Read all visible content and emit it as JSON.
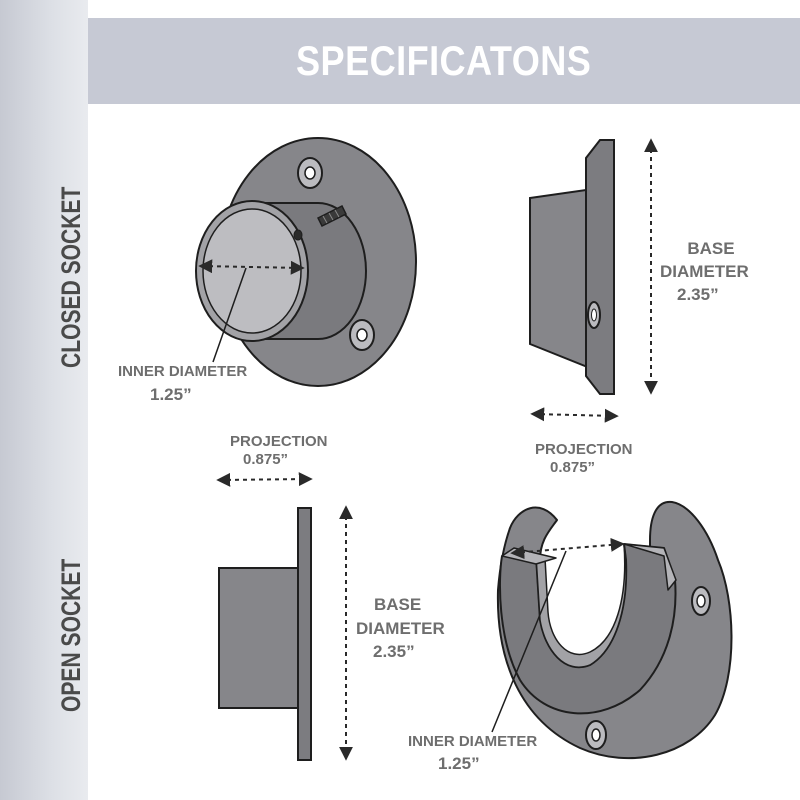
{
  "header": {
    "title": "SPECIFICATONS"
  },
  "sections": {
    "closed": {
      "label": "CLOSED SOCKET"
    },
    "open": {
      "label": "OPEN  SOCKET"
    }
  },
  "closed_socket": {
    "inner_diameter": {
      "label": "INNER DIAMETER",
      "value": "1.25”"
    },
    "base_diameter": {
      "label_line1": "BASE",
      "label_line2": "DIAMETER",
      "value": "2.35”"
    },
    "projection": {
      "label": "PROJECTION",
      "value": "0.875”"
    }
  },
  "open_socket": {
    "projection": {
      "label": "PROJECTION",
      "value": "0.875”"
    },
    "base_diameter": {
      "label_line1": "BASE",
      "label_line2": "DIAMETER",
      "value": "2.35”"
    },
    "inner_diameter": {
      "label": "INNER DIAMETER",
      "value": "1.25”"
    }
  },
  "colors": {
    "metal": "#86868a",
    "metal_dark": "#6c6c70",
    "metal_light": "#a2a2a6",
    "outline": "#1e1e1e",
    "label": "#6e6e6e",
    "header_bg": "#c6c9d4"
  }
}
